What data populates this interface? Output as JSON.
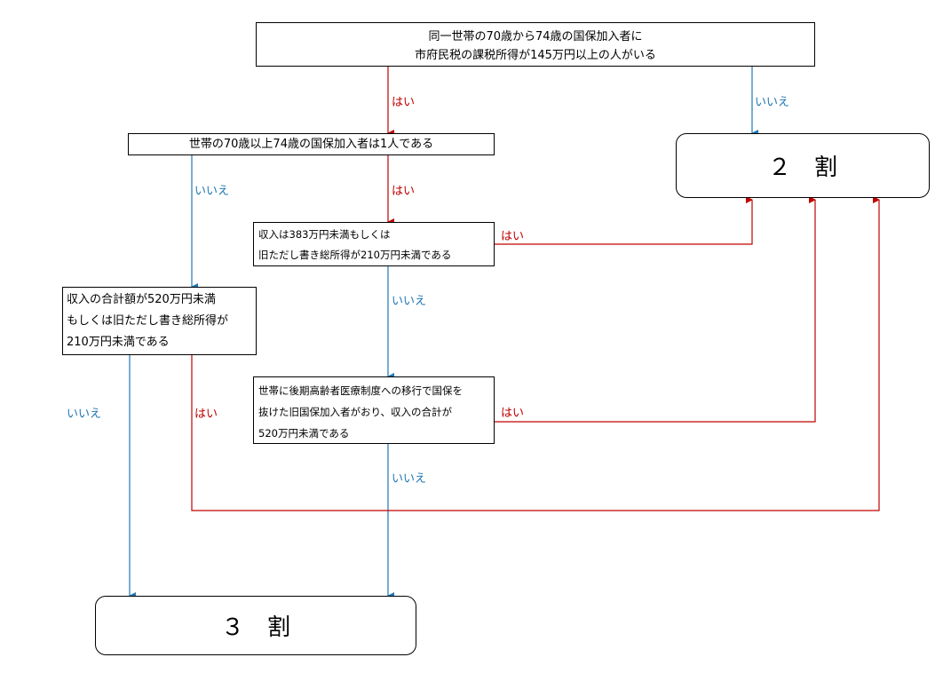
{
  "nodes": {
    "q1": {
      "lines": [
        "同一世帯の70歳から74歳の国保加入者に",
        "市府民税の課税所得が145万円以上の人がいる"
      ]
    },
    "q2": {
      "lines": [
        "世帯の70歳以上74歳の国保加入者は1人である"
      ]
    },
    "q3": {
      "lines": [
        "収入は383万円未満もしくは",
        "旧ただし書き総所得が210万円未満である"
      ]
    },
    "q4": {
      "lines": [
        "収入の合計額が520万円未満",
        "もしくは旧ただし書き総所得が",
        "210万円未満である"
      ]
    },
    "q5": {
      "lines": [
        "世帯に後期高齢者医療制度への移行で国保を",
        "抜けた旧国保加入者がおり、収入の合計が",
        "520万円未満である"
      ]
    },
    "result_2": {
      "text": "２　割"
    },
    "result_3": {
      "text": "３　割"
    }
  },
  "edge_labels": {
    "q1_yes": "はい",
    "q1_no": "いいえ",
    "q2_yes": "はい",
    "q2_no": "いいえ",
    "q3_yes": "はい",
    "q3_no": "いいえ",
    "q4_yes": "はい",
    "q4_no": "いいえ",
    "q5_yes": "はい",
    "q5_no": "いいえ"
  },
  "colors": {
    "yes": "#c00000",
    "no": "#1f77b4",
    "border": "#000000"
  }
}
